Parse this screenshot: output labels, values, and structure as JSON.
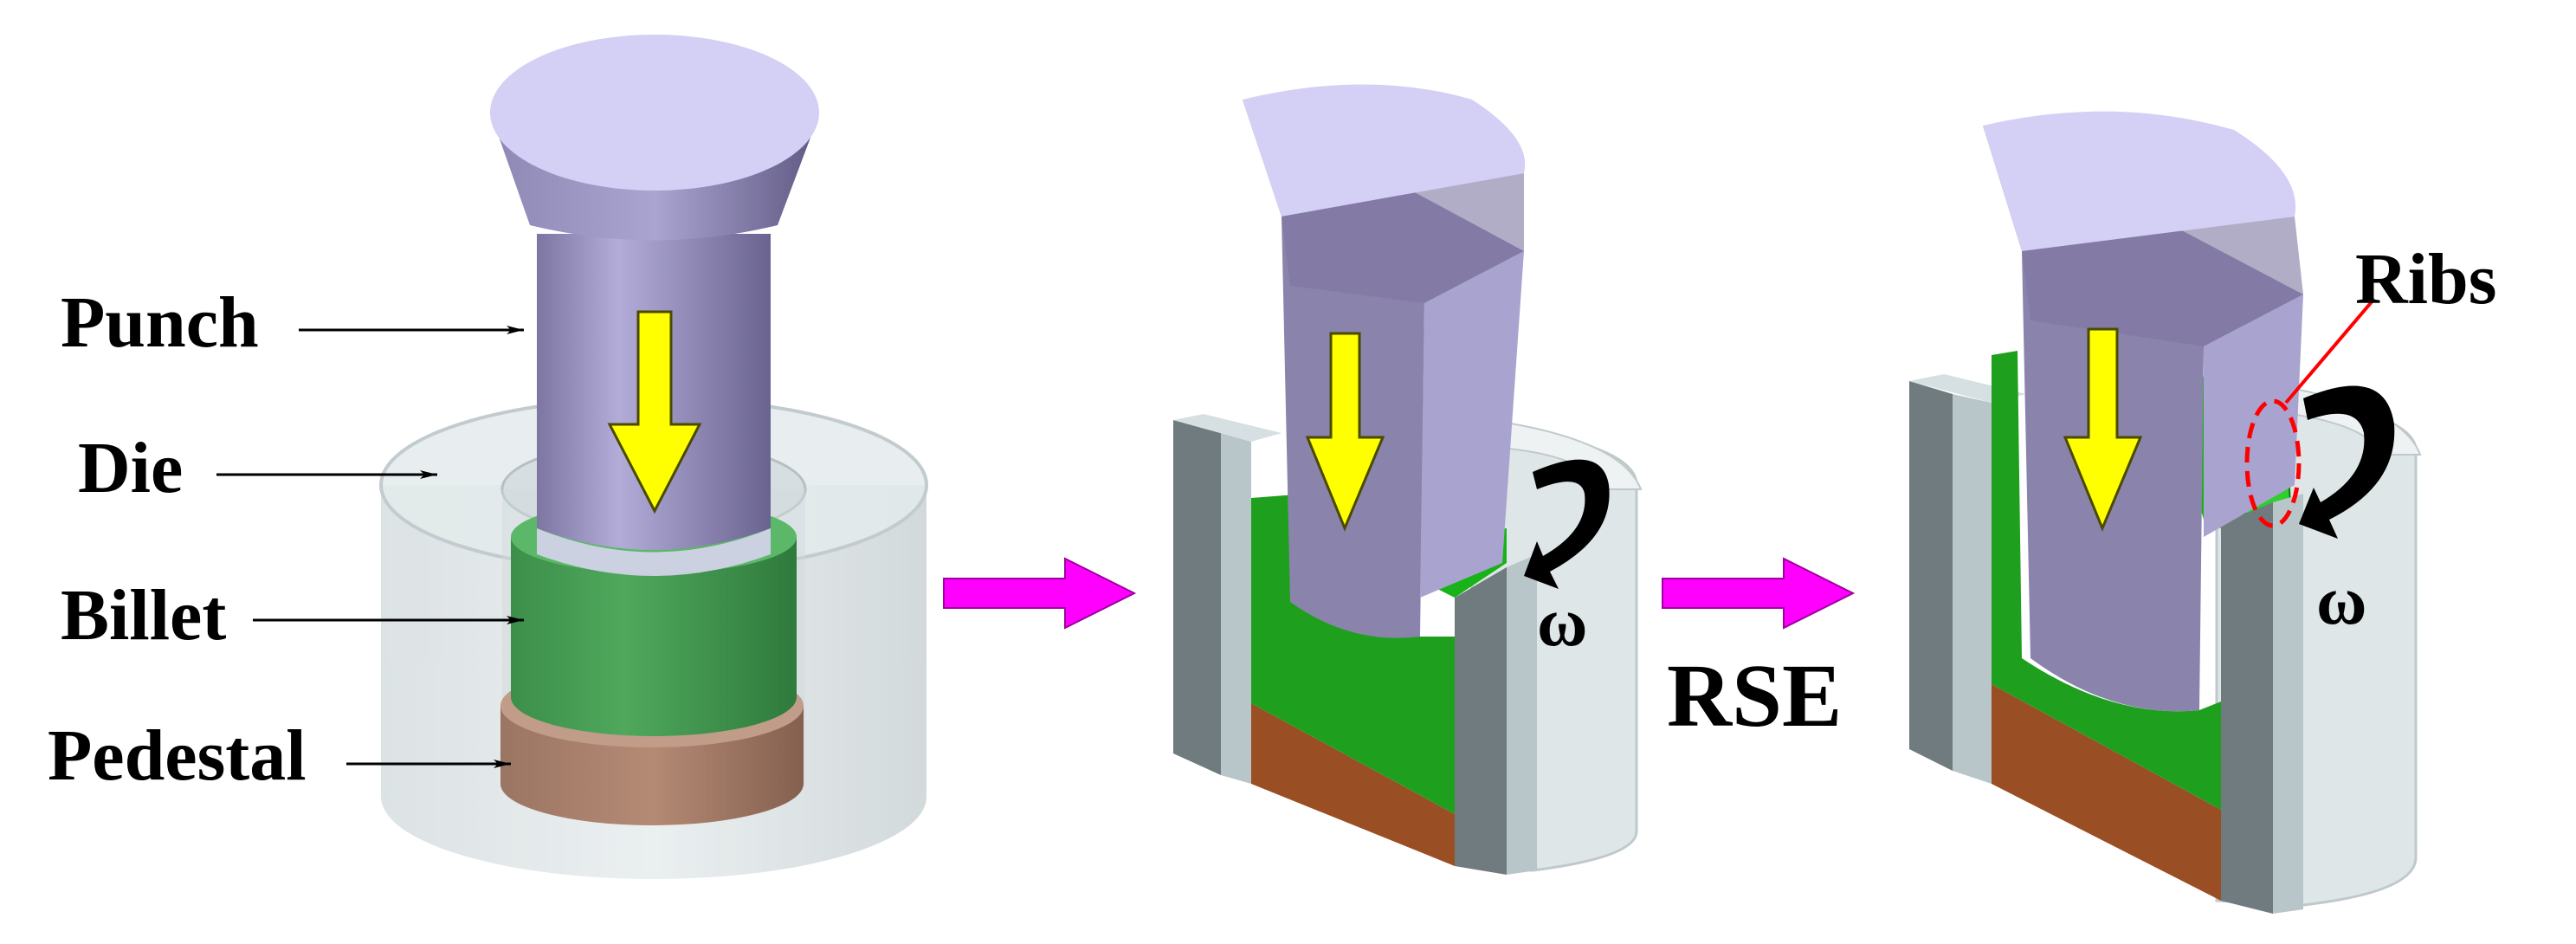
{
  "labels": {
    "punch": "Punch",
    "die": "Die",
    "billet": "Billet",
    "pedestal": "Pedestal",
    "ribs": "Ribs",
    "process": "RSE",
    "omega_1": "ω",
    "omega_2": "ω"
  },
  "colors": {
    "punch": "#8880A8",
    "punch_top": "#D4CFF5",
    "die": "#C7D4D7",
    "die_section": "#6F7B7E",
    "billet": "#1EA01E",
    "pedestal": "#9A4E23",
    "motion_arrow": "#FFFF00",
    "process_arrow": "#FF00FF",
    "rotation_arrow": "#000000",
    "ribs_marker": "#FF0000"
  }
}
